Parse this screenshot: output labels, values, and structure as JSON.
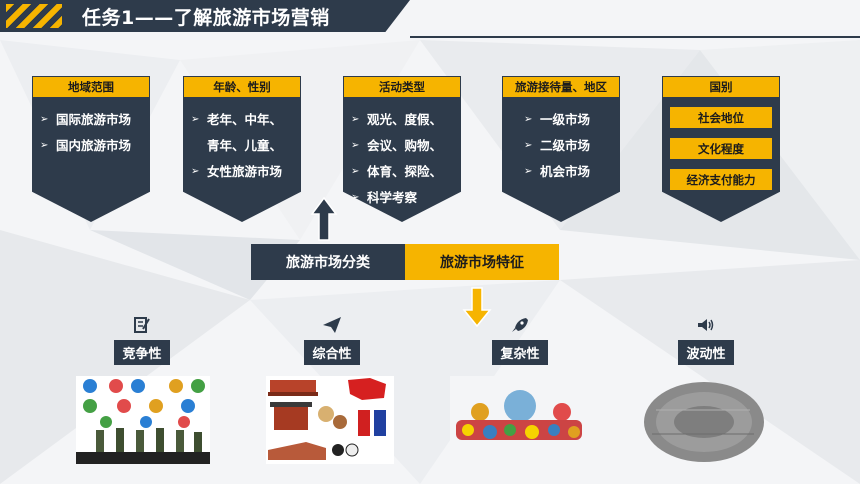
{
  "title": "任务1——了解旅游市场营销",
  "colors": {
    "navy": "#2e3b4b",
    "accent": "#f6b400",
    "background": "#f4f5f7"
  },
  "categories": [
    {
      "head": "地域范围",
      "items": [
        {
          "text": "国际旅游市场",
          "bullet": true
        },
        {
          "text": "国内旅游市场",
          "bullet": true
        }
      ]
    },
    {
      "head": "年龄、性别",
      "items": [
        {
          "text": "老年、中年、",
          "bullet": true
        },
        {
          "text": "青年、儿童、",
          "bullet": false
        },
        {
          "text": "女性旅游市场",
          "bullet": true
        }
      ]
    },
    {
      "head": "活动类型",
      "items": [
        {
          "text": "观光、度假、",
          "bullet": true
        },
        {
          "text": "会议、购物、",
          "bullet": true
        },
        {
          "text": "体育、探险、",
          "bullet": true
        },
        {
          "text": "科学考察",
          "bullet": true
        }
      ]
    },
    {
      "head": "旅游接待量、地区",
      "items": [
        {
          "text": "一级市场",
          "bullet": true
        },
        {
          "text": "二级市场",
          "bullet": true
        },
        {
          "text": "机会市场",
          "bullet": true
        }
      ]
    },
    {
      "head": "国别",
      "subitems": [
        "社会地位",
        "文化程度",
        "经济支付能力"
      ]
    }
  ],
  "classify_label": "旅游市场分类",
  "feature_label": "旅游市场特征",
  "features": [
    {
      "icon": "edit-icon",
      "label": "竞争性"
    },
    {
      "icon": "paper-plane-icon",
      "label": "综合性"
    },
    {
      "icon": "rocket-icon",
      "label": "复杂性"
    },
    {
      "icon": "volume-icon",
      "label": "波动性"
    }
  ]
}
